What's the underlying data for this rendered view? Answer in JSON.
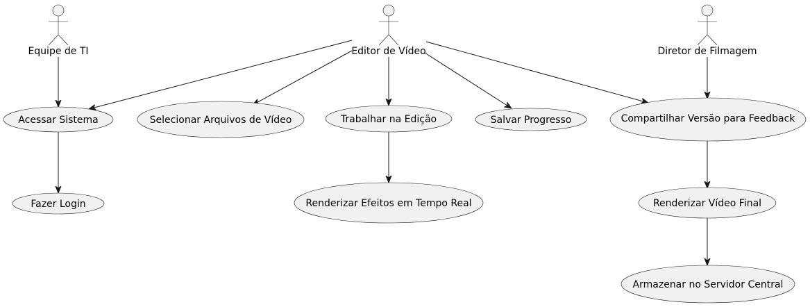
{
  "actors": {
    "equipe_ti": {
      "label": "Equipe de TI"
    },
    "editor_video": {
      "label": "Editor de Vídeo"
    },
    "diretor_filmagem": {
      "label": "Diretor de Filmagem"
    }
  },
  "use_cases": {
    "acessar_sistema": {
      "label": "Acessar Sistema"
    },
    "fazer_login": {
      "label": "Fazer Login"
    },
    "selecionar_arquivos": {
      "label": "Selecionar Arquivos de Vídeo"
    },
    "trabalhar_edicao": {
      "label": "Trabalhar na Edição"
    },
    "renderizar_efeitos": {
      "label": "Renderizar Efeitos em Tempo Real"
    },
    "salvar_progresso": {
      "label": "Salvar Progresso"
    },
    "compartilhar_versao": {
      "label": "Compartilhar Versão para Feedback"
    },
    "renderizar_final": {
      "label": "Renderizar Vídeo Final"
    },
    "armazenar_servidor": {
      "label": "Armazenar no Servidor Central"
    }
  },
  "edges": [
    {
      "from": "equipe_ti",
      "to": "acessar_sistema"
    },
    {
      "from": "acessar_sistema",
      "to": "fazer_login"
    },
    {
      "from": "editor_video",
      "to": "acessar_sistema"
    },
    {
      "from": "editor_video",
      "to": "selecionar_arquivos"
    },
    {
      "from": "editor_video",
      "to": "trabalhar_edicao"
    },
    {
      "from": "editor_video",
      "to": "salvar_progresso"
    },
    {
      "from": "editor_video",
      "to": "compartilhar_versao"
    },
    {
      "from": "trabalhar_edicao",
      "to": "renderizar_efeitos"
    },
    {
      "from": "diretor_filmagem",
      "to": "compartilhar_versao"
    },
    {
      "from": "compartilhar_versao",
      "to": "renderizar_final"
    },
    {
      "from": "renderizar_final",
      "to": "armazenar_servidor"
    }
  ]
}
